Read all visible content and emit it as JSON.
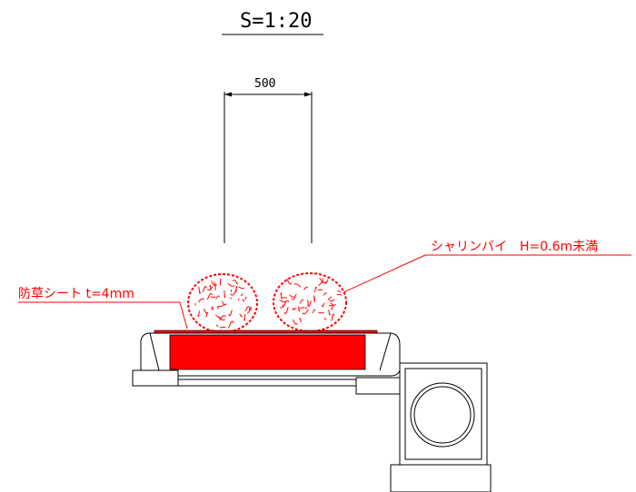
{
  "title": {
    "scale": "S=1:20"
  },
  "dimension": {
    "width_label": "500"
  },
  "annotations": {
    "shrub": "シャリンバイ　H=0.6m未満",
    "sheet": "防草シート t=4mm"
  },
  "colors": {
    "annotation": "#ff0000",
    "planter_fill": "#ff0000",
    "shrub": "#ff0000",
    "line": "#000000"
  }
}
